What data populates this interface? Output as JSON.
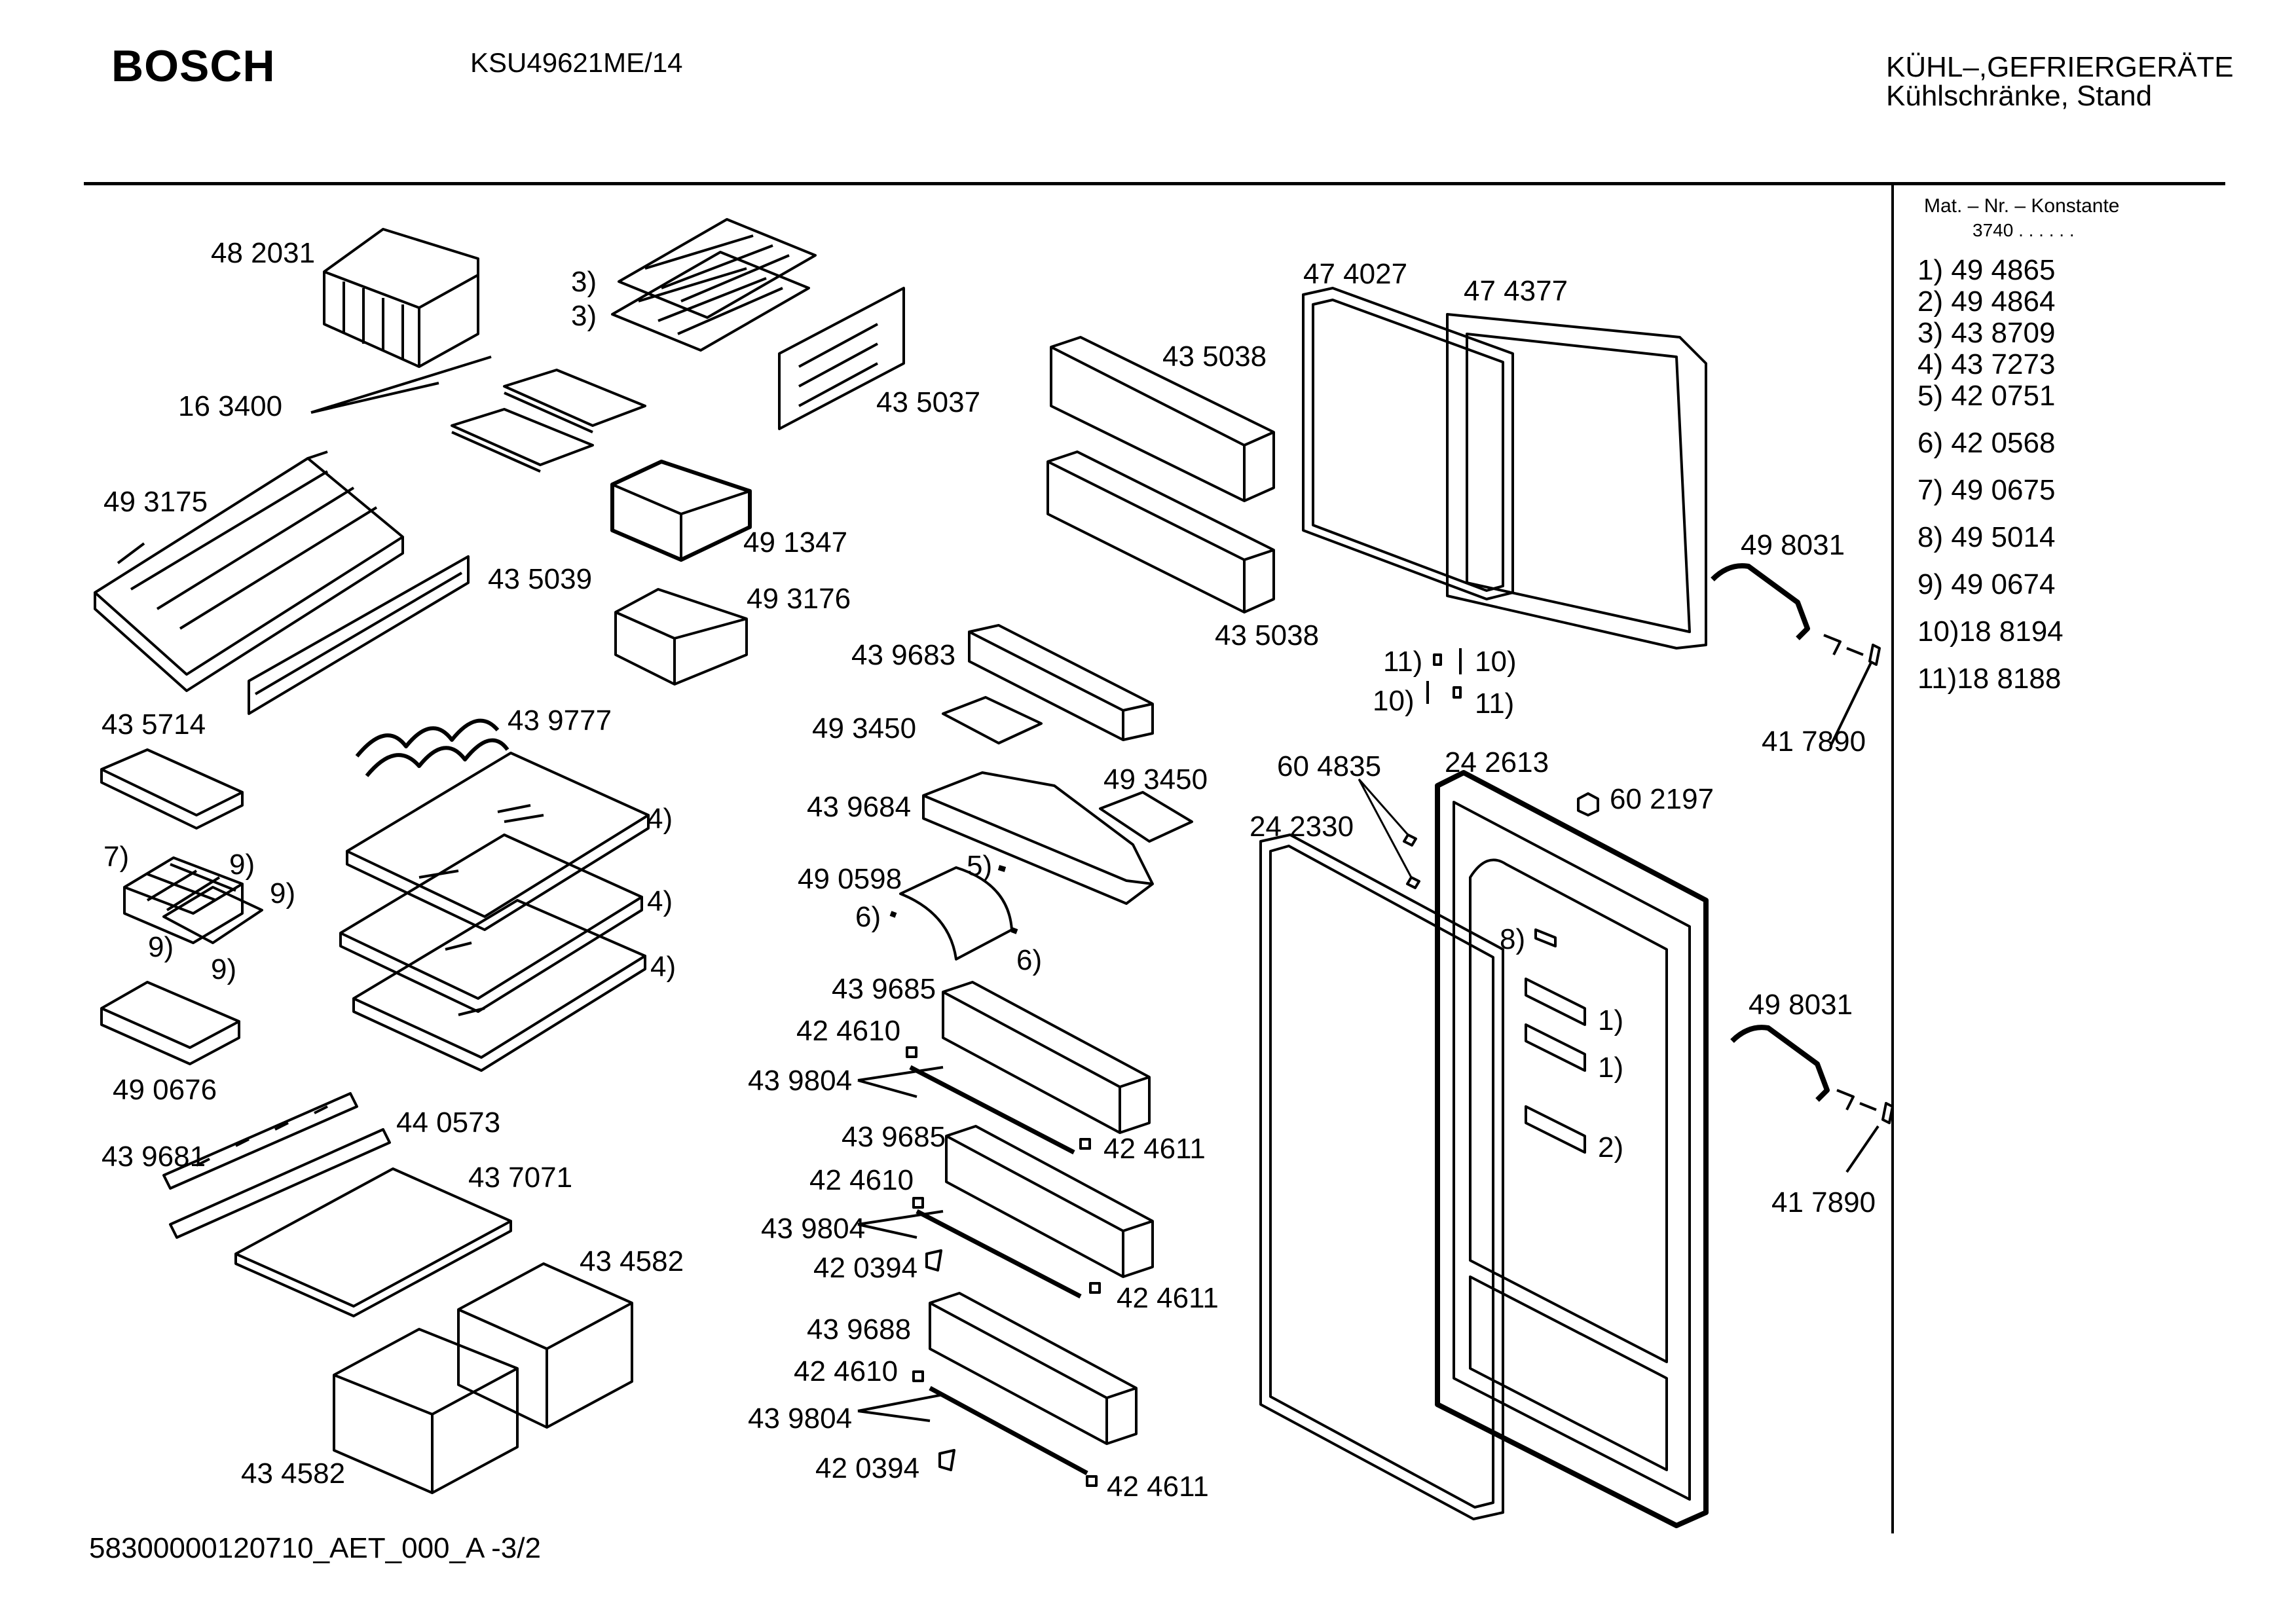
{
  "header": {
    "brand": "BOSCH",
    "model": "KSU49621ME/14",
    "category_line1": "KÜHL–,GEFRIERGERÄTE",
    "category_line2": "Kühlschränke, Stand"
  },
  "legend": {
    "heading": "Mat. – Nr. – Konstante",
    "constant": "3740 . .   . . . .",
    "items": [
      {
        "ref": "1)",
        "number": "49 4865"
      },
      {
        "ref": "2)",
        "number": "49 4864"
      },
      {
        "ref": "3)",
        "number": "43 8709"
      },
      {
        "ref": "4)",
        "number": "43 7273"
      },
      {
        "ref": "5)",
        "number": "42 0751"
      },
      {
        "ref": "6)",
        "number": "42 0568"
      },
      {
        "ref": "7)",
        "number": "49 0675"
      },
      {
        "ref": "8)",
        "number": "49 5014"
      },
      {
        "ref": "9)",
        "number": "49 0674"
      },
      {
        "ref": "10)",
        "number": "18 8194"
      },
      {
        "ref": "11)",
        "number": "18 8188"
      }
    ]
  },
  "parts": [
    "48 2031",
    "3)",
    "3)",
    "16 3400",
    "43 5037",
    "49 3175",
    "49 1347",
    "43 5039",
    "49 3176",
    "43 5714",
    "43 9777",
    "4)",
    "4)",
    "4)",
    "7)",
    "9)",
    "9)",
    "9)",
    "9)",
    "49 0676",
    "43 9681",
    "44 0573",
    "43 7071",
    "43 4582",
    "43 4582",
    "43 5038",
    "43 5038",
    "43 9683",
    "49 3450",
    "49 3450",
    "43 9684",
    "49 0598",
    "5)",
    "6)",
    "6)",
    "43 9685",
    "42 4610",
    "43 9804",
    "42 4611",
    "43 9685",
    "42 4610",
    "43 9804",
    "42 0394",
    "42 4611",
    "43 9688",
    "42 4610",
    "43 9804",
    "42 0394",
    "42 4611",
    "47 4027",
    "47 4377",
    "49 8031",
    "41 7890",
    "11)",
    "10)",
    "10)",
    "11)",
    "60 4835",
    "24 2613",
    "60 2197",
    "24 2330",
    "8)",
    "1)",
    "1)",
    "2)",
    "49 8031",
    "41 7890"
  ],
  "footer": {
    "doc_id": "58300000120710_AET_000_A   -3/2"
  }
}
